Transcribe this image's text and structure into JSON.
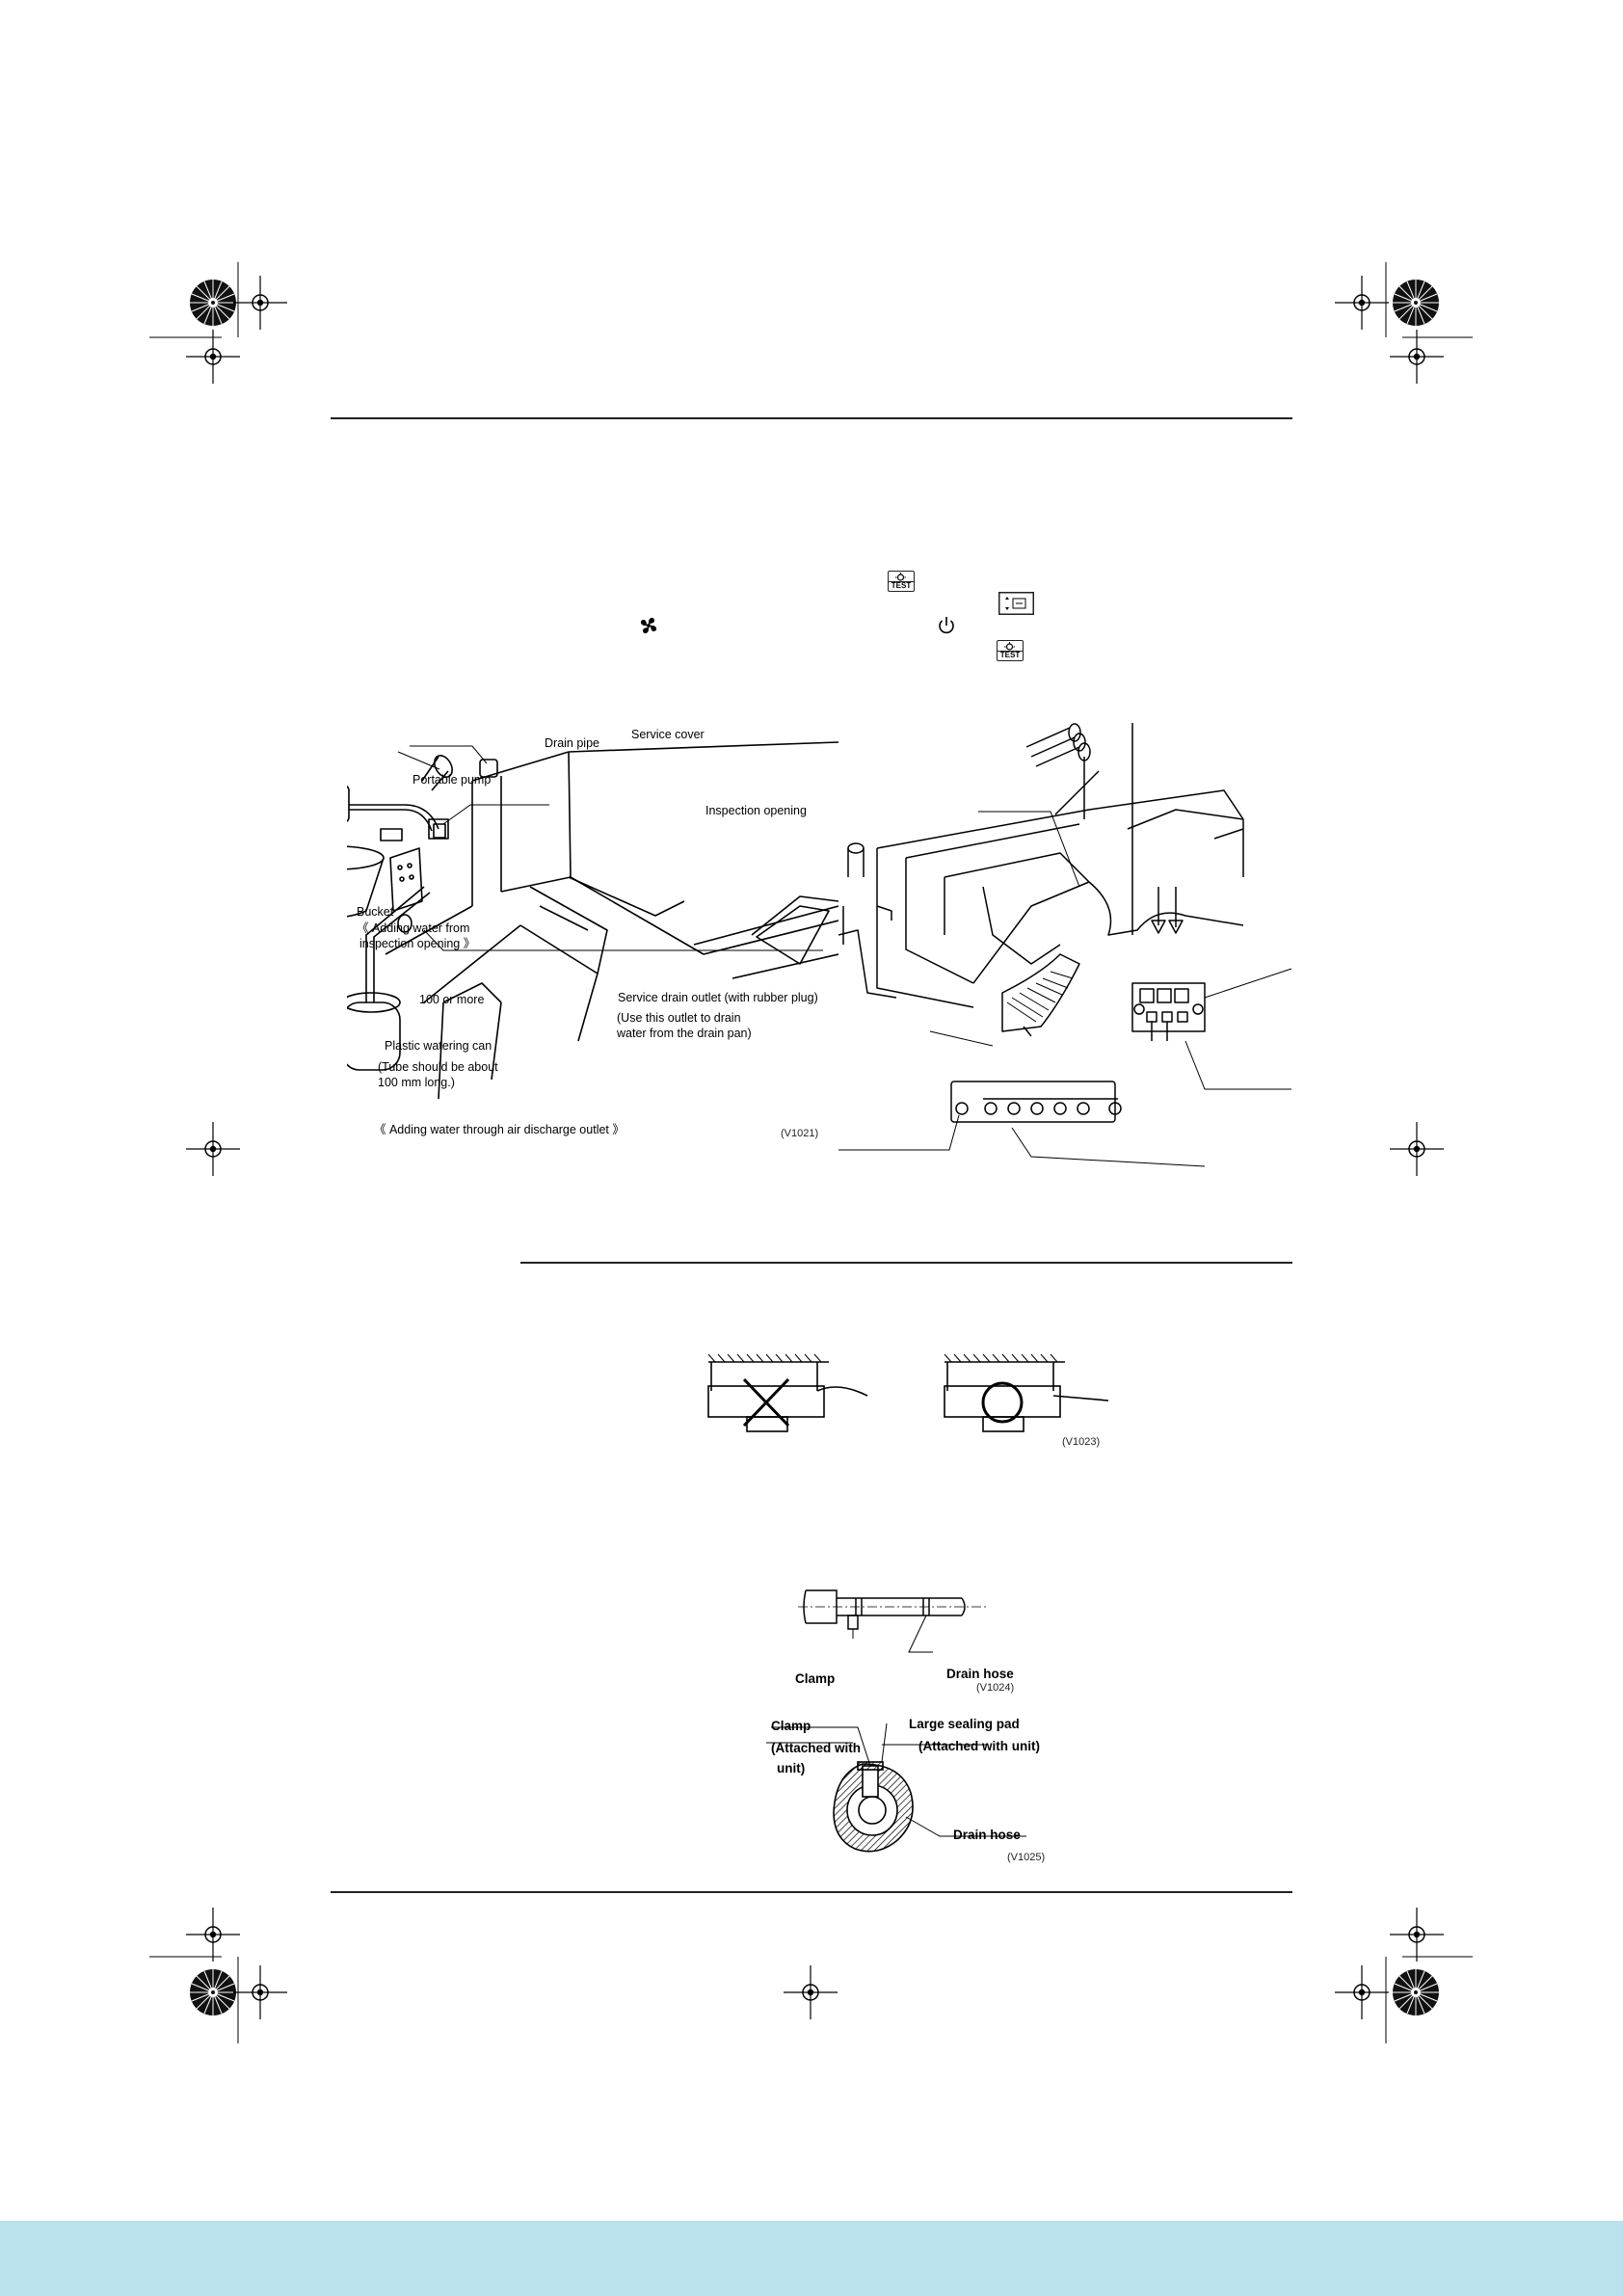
{
  "icons": {
    "test_button": "test-button-icon",
    "fan": "fan-icon",
    "power": "power-icon",
    "selector": "mode-selector-icon"
  },
  "test_label": "TEST",
  "figure1": {
    "labels": {
      "drain_pipe": "Drain pipe",
      "service_cover": "Service cover",
      "portable_pump": "Portable pump",
      "inspection_opening": "Inspection opening",
      "bucket": "Bucket",
      "bucket_note_1": "《 Adding water from",
      "bucket_note_2": "inspection opening 》",
      "hundred_or_more": "100 or more",
      "service_drain_outlet": "Service drain outlet (with rubber plug)",
      "use_outlet_1": "(Use this outlet to drain",
      "use_outlet_2": "water from the drain pan)",
      "watering_can": "Plastic watering can",
      "tube_1": "(Tube should be about",
      "tube_2": "100 mm long.)",
      "adding_water_discharge": "《 Adding water through air discharge outlet 》",
      "code": "(V1021)"
    }
  },
  "figure2": {
    "code": "(V1023)"
  },
  "figure3": {
    "clamp": "Clamp",
    "drain_hose": "Drain hose",
    "code": "(V1024)"
  },
  "figure4": {
    "clamp": "Clamp",
    "attached_1": "(Attached with",
    "attached_2": "unit)",
    "large_sealing_pad": "Large sealing pad",
    "attached_unit": "(Attached with unit)",
    "drain_hose": "Drain hose",
    "code": "(V1025)"
  },
  "colors": {
    "band": "#b9e1ee",
    "ink": "#000000"
  }
}
